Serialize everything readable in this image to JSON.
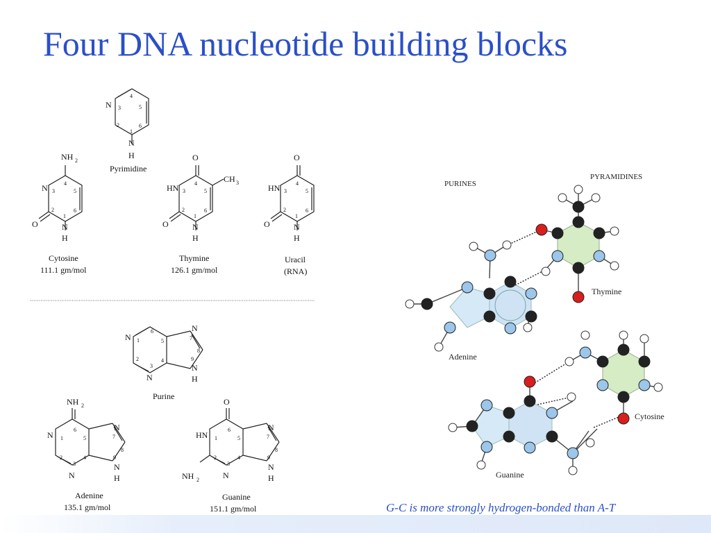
{
  "slide": {
    "title": "Four DNA nucleotide building blocks",
    "caption": "G-C is more strongly hydrogen-bonded than A-T"
  },
  "pyrimidines": {
    "base": {
      "name": "Pyrimidine"
    },
    "cytosine": {
      "name": "Cytosine",
      "mass": "111.1 gm/mol"
    },
    "thymine": {
      "name": "Thymine",
      "mass": "126.1 gm/mol"
    },
    "uracil": {
      "name": "Uracil",
      "note": "(RNA)"
    }
  },
  "purines": {
    "base": {
      "name": "Purine"
    },
    "adenine": {
      "name": "Adenine",
      "mass": "135.1 gm/mol"
    },
    "guanine": {
      "name": "Guanine",
      "mass": "151.1 gm/mol"
    }
  },
  "atoms": {
    "N": "N",
    "H": "H",
    "O": "O",
    "C": "C",
    "HN": "HN",
    "NH2": "NH",
    "sub2": "2",
    "CH3": "CH",
    "sub3": "3",
    "n1": "1",
    "n2": "2",
    "n3": "3",
    "n4": "4",
    "n5": "5",
    "n6": "6",
    "n7": "7",
    "n8": "8",
    "n9": "9"
  },
  "pairing": {
    "purines_label": "PURINES",
    "pyrimidines_label": "PYRAMIDINES",
    "adenine": "Adenine",
    "thymine": "Thymine",
    "guanine": "Guanine",
    "cytosine": "Cytosine"
  },
  "colors": {
    "title": "#2a4fc8",
    "nitrogen": "#9cc6ea",
    "carbon": "#222222",
    "oxygen": "#d81e1e",
    "purine_ring": "#cfe3f5",
    "pyrimidine_ring": "#d6ecc4"
  }
}
